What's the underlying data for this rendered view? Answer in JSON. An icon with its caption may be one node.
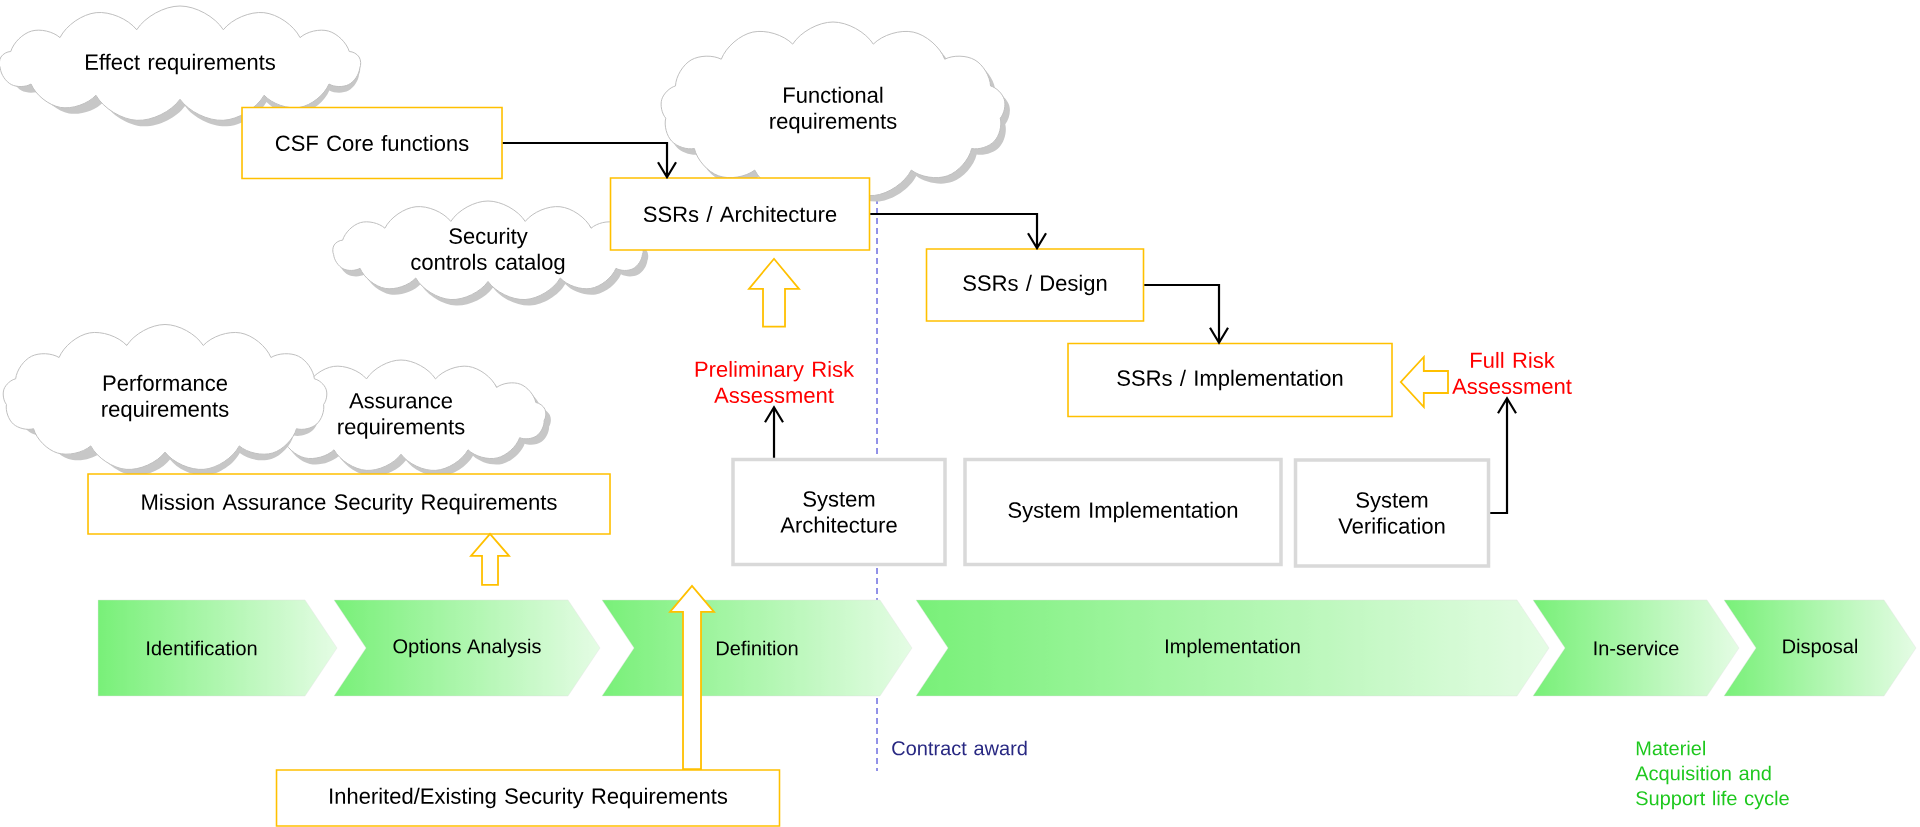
{
  "diagram": {
    "nodes": [
      {
        "text": [
          "Effect requirements"
        ]
      },
      {
        "text": [
          "Functional requirements"
        ]
      },
      {
        "text": [
          "CSF Core functions"
        ]
      },
      {
        "text": [
          "SSRs / Architecture"
        ]
      },
      {
        "text": [
          "Security controls catalog"
        ]
      },
      {
        "text": [
          "SSRs / Design"
        ]
      },
      {
        "text": [
          "Preliminary Risk Assessment"
        ]
      },
      {
        "text": [
          "SSRs / Implementation"
        ]
      },
      {
        "text": [
          "Full Risk Assessment"
        ]
      },
      {
        "text": [
          "Performance requirements"
        ]
      },
      {
        "text": [
          "Assurance requirements"
        ]
      },
      {
        "text": [
          "Mission Assurance Security Requirements"
        ]
      },
      {
        "text": [
          "System Architecture"
        ]
      },
      {
        "text": [
          "System Implementation"
        ]
      },
      {
        "text": [
          "System Verification"
        ]
      },
      {
        "text": [
          "Identification"
        ]
      },
      {
        "text": [
          "Options Analysis"
        ]
      },
      {
        "text": [
          "Definition"
        ]
      },
      {
        "text": [
          "Implementation"
        ]
      },
      {
        "text": [
          "In-service"
        ]
      },
      {
        "text": [
          "Disposal"
        ]
      },
      {
        "text": [
          "Inherited/Existing Security Requirements"
        ]
      }
    ],
    "edges": [
      {
        "from": 2,
        "to": 3,
        "arrow": "to"
      },
      {
        "from": 3,
        "to": 5,
        "arrow": "to"
      },
      {
        "from": 5,
        "to": 7,
        "arrow": "to"
      },
      {
        "from": 12,
        "to": 6,
        "arrow": "to"
      },
      {
        "from": 14,
        "to": 8,
        "arrow": "to"
      },
      {
        "from": 6,
        "to": 3,
        "arrow": "to",
        "style": "thick",
        "color": "#ffc000"
      },
      {
        "from": 8,
        "to": 7,
        "arrow": "to",
        "style": "thick",
        "color": "#ffc000"
      },
      {
        "from": 16,
        "to": 11,
        "arrow": "to",
        "style": "thick",
        "color": "#ffc000"
      },
      {
        "from": 21,
        "to": 17,
        "arrow": "to",
        "style": "thick",
        "color": "#ffc000"
      }
    ],
    "labels": [
      "Contract award",
      "Materiel Acquisition and Support life cycle"
    ]
  }
}
